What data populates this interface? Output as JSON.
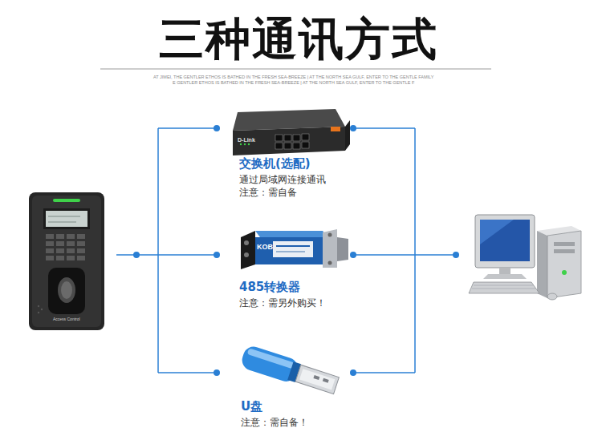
{
  "diagram": {
    "title": "三种通讯方式",
    "nodes": [
      {
        "text": [
          "交换机(选配)",
          "通过局域网连接通讯",
          "注意：需自备"
        ]
      },
      {
        "text": [
          "485转换器",
          "注意：需另外购买！"
        ]
      },
      {
        "text": [
          "U盘",
          "注意：需自备！"
        ]
      }
    ],
    "labels": [
      "AT JIMEI, THE GENTLER ETHOS IS BATHED IN THE FRESH SEA-BREEZE | AT THE NORTH SEA GULF, ENTER TO THE GENTLE FAMILY",
      "E GENTLER ETHOS IS BATHED IN THE FRESH SEA-BREEZE | AT THE NORTH SEA GULF, ENTER TO THE GENTLE F",
      "D-Link",
      "KOB",
      "Access Control"
    ]
  }
}
